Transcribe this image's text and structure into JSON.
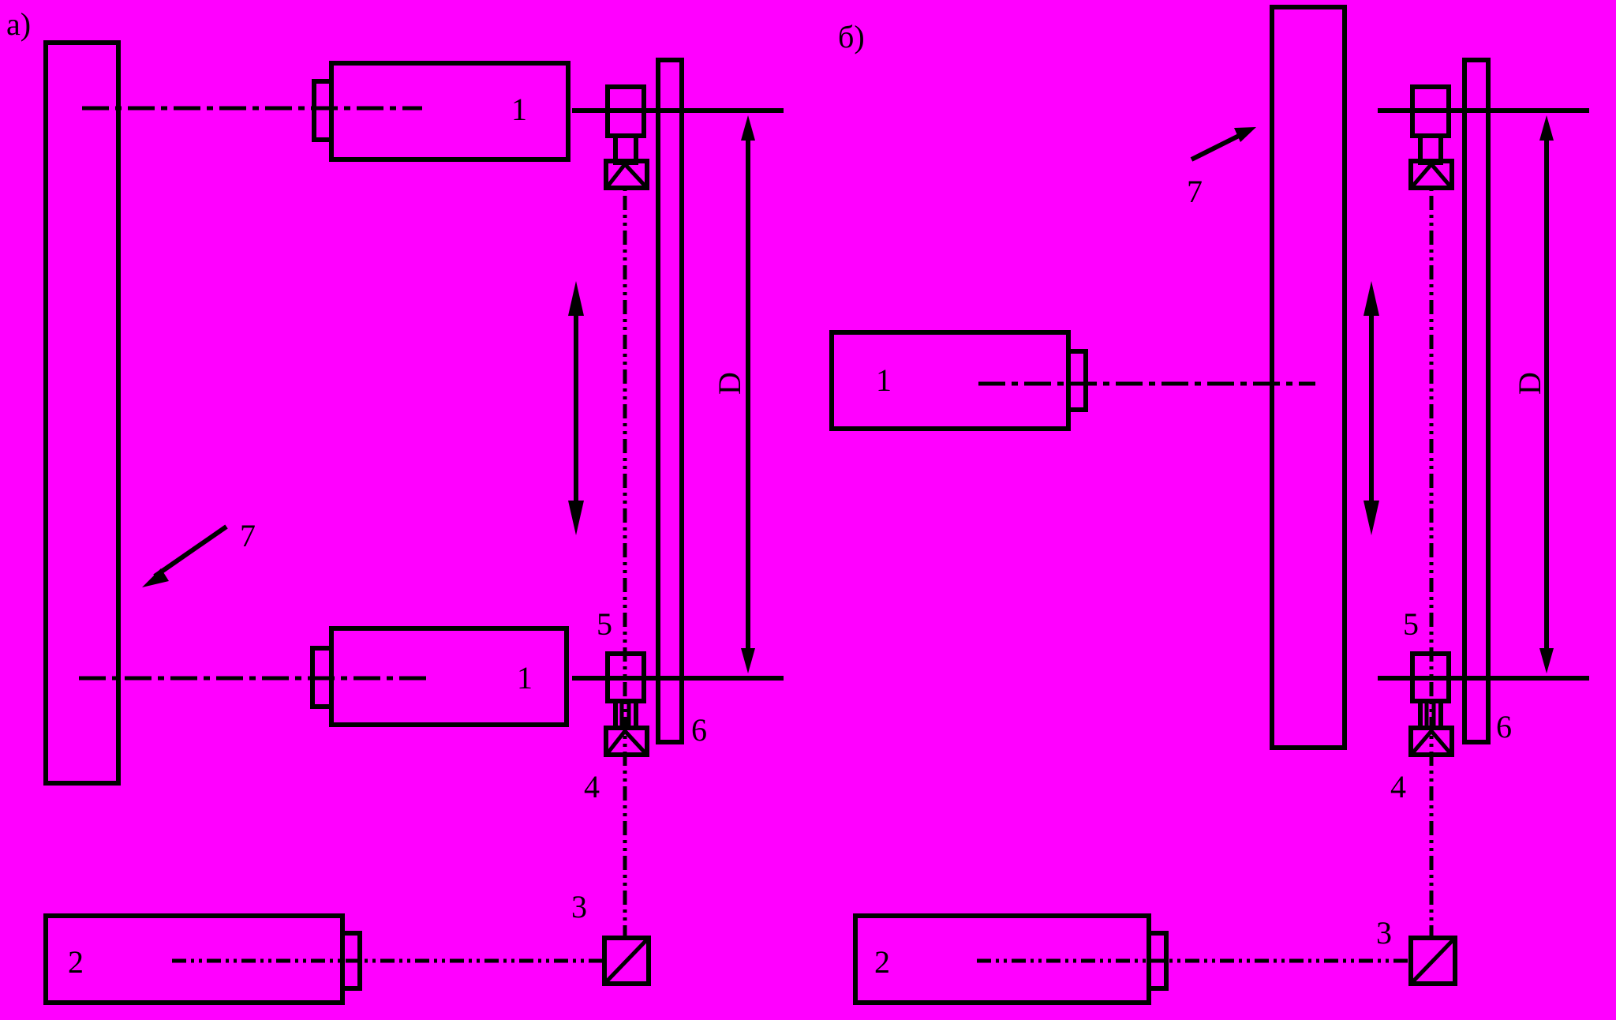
{
  "panels": [
    {
      "id": "a",
      "label": "а)",
      "sensor_labels": [
        "1",
        "1"
      ],
      "laser_label": "2",
      "splitter_label": "3",
      "lower_reflector_label": "4",
      "upper_mirror_label": "5",
      "rail_label": "6",
      "object_label": "7",
      "dimension_label": "D"
    },
    {
      "id": "b",
      "label": "б)",
      "sensor_labels": [
        "1"
      ],
      "laser_label": "2",
      "splitter_label": "3",
      "lower_reflector_label": "4",
      "upper_mirror_label": "5",
      "rail_label": "6",
      "object_label": "7",
      "dimension_label": "D"
    }
  ],
  "colors": {
    "background": "#ff00ff",
    "ink": "#000000"
  }
}
